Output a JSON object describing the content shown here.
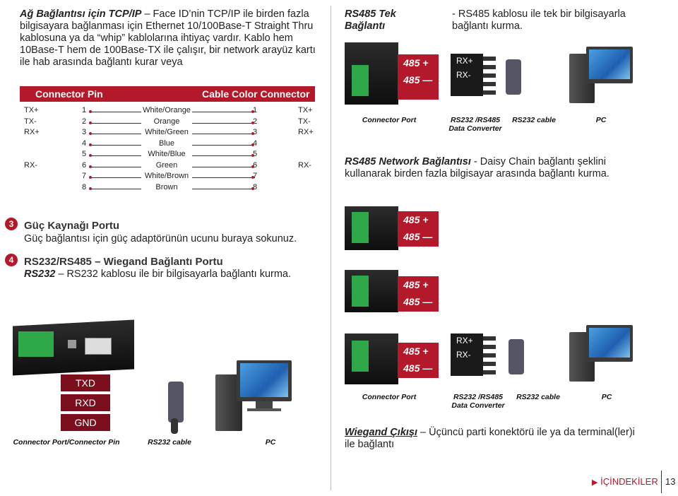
{
  "left": {
    "intro_title": "Ağ Bağlantısı için TCP/IP",
    "intro_text": " – Face ID’nin TCP/IP ile birden fazla bilgisayara bağlanması için Ethernet 10/100Base-T Straight Thru kablosuna ya da “whip” kablolarına ihtiyaç vardır. Kablo hem 10Base-T hem de 100Base-TX ile çalışır, bir network arayüz kartı ile hab arasında bağlantı kurar veya",
    "bar_left": "Connector Pin",
    "bar_right": "Cable Color Connector",
    "rows": [
      {
        "lsig": "TX+",
        "lpin": "1",
        "color": "White/Orange",
        "rpin": "1",
        "rsig": "TX+"
      },
      {
        "lsig": "TX-",
        "lpin": "2",
        "color": "Orange",
        "rpin": "2",
        "rsig": "TX-"
      },
      {
        "lsig": "RX+",
        "lpin": "3",
        "color": "White/Green",
        "rpin": "3",
        "rsig": "RX+"
      },
      {
        "lsig": "",
        "lpin": "4",
        "color": "Blue",
        "rpin": "4",
        "rsig": ""
      },
      {
        "lsig": "",
        "lpin": "5",
        "color": "White/Blue",
        "rpin": "5",
        "rsig": ""
      },
      {
        "lsig": "RX-",
        "lpin": "6",
        "color": "Green",
        "rpin": "6",
        "rsig": "RX-"
      },
      {
        "lsig": "",
        "lpin": "7",
        "color": "White/Brown",
        "rpin": "7",
        "rsig": ""
      },
      {
        "lsig": "",
        "lpin": "8",
        "color": "Brown",
        "rpin": "8",
        "rsig": ""
      }
    ],
    "sec3_num": "3",
    "sec3_title": "Güç Kaynağı Portu",
    "sec3_text": "Güç bağlantısı için güç adaptörünün ucunu buraya sokunuz.",
    "sec4_num": "4",
    "sec4_title": "RS232/RS485 – Wiegand Bağlantı Portu",
    "sec4_bold": "RS232",
    "sec4_text": " – RS232 kablosu ile bir bilgisayarla bağlantı kurma.",
    "txd": "TXD",
    "rxd": "RXD",
    "gnd": "GND",
    "cap1": "Connector Port/Connector Pin",
    "cap2": "RS232 cable",
    "cap3": "PC"
  },
  "right": {
    "rs485_title": "RS485 Tek Bağlantı",
    "rs485_text": " - RS485 kablosu ile tek bir bilgisayarla bağlantı kurma.",
    "p485": "485 +",
    "m485": "485 —",
    "rxp": "RX+",
    "rxm": "RX-",
    "cap_port": "Connector Port",
    "cap_conv": "RS232 /RS485 Data Converter",
    "cap_cable": "RS232 cable",
    "cap_pc": "PC",
    "net_title": "RS485 Network Bağlantısı",
    "net_text": " - Daisy Chain bağlantı şeklini kullanarak birden fazla bilgisayar arasında bağlantı kurma.",
    "wieg_title": "Wiegand Çıkışı",
    "wieg_text": " – Üçüncü parti konektörü ile ya da terminal(ler)i ile bağlantı"
  },
  "footer": {
    "link": "İÇİNDEKİLER",
    "page": "13"
  },
  "colors": {
    "accent": "#b3182b",
    "dark_red": "#7c0f1e"
  }
}
